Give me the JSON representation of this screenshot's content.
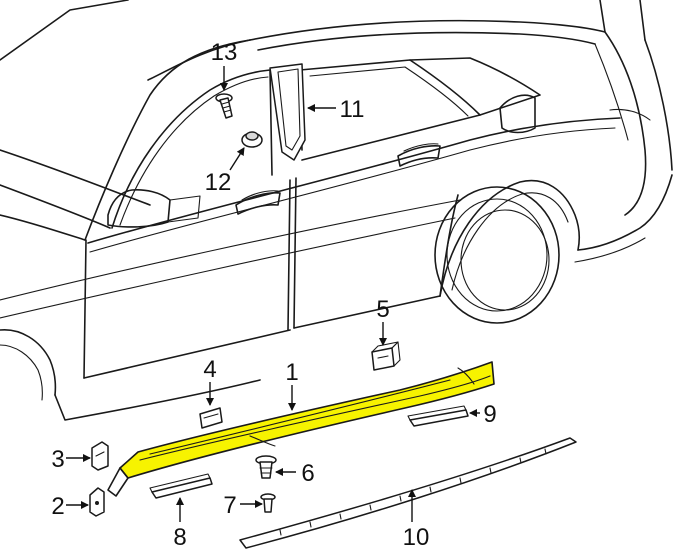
{
  "colors": {
    "line": "#1a1a1a",
    "highlight": "#f7f300",
    "background": "#ffffff"
  },
  "callouts": [
    {
      "id": "1",
      "label": "1"
    },
    {
      "id": "2",
      "label": "2"
    },
    {
      "id": "3",
      "label": "3"
    },
    {
      "id": "4",
      "label": "4"
    },
    {
      "id": "5",
      "label": "5"
    },
    {
      "id": "6",
      "label": "6"
    },
    {
      "id": "7",
      "label": "7"
    },
    {
      "id": "8",
      "label": "8"
    },
    {
      "id": "9",
      "label": "9"
    },
    {
      "id": "10",
      "label": "10"
    },
    {
      "id": "11",
      "label": "11"
    },
    {
      "id": "12",
      "label": "12"
    },
    {
      "id": "13",
      "label": "13"
    }
  ]
}
